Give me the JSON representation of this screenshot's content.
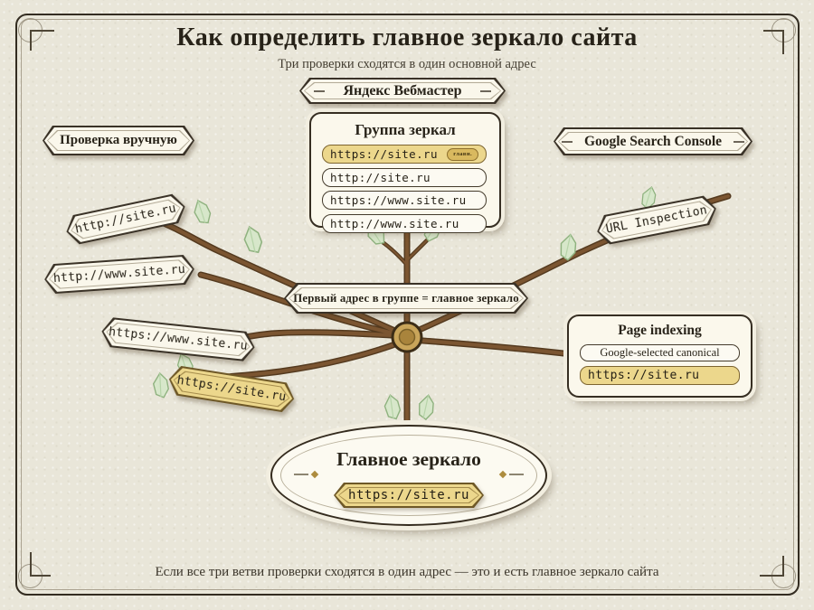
{
  "page": {
    "title": "Как определить главное зеркало сайта",
    "subtitle": "Три проверки сходятся в один основной адрес",
    "footer": "Если все три ветви проверки сходятся в один адрес — это и есть главное зеркало сайта"
  },
  "badges": {
    "yandex": "Яндекс Вебмастер",
    "manual": "Проверка вручную",
    "gsc": "Google Search Console"
  },
  "mirror_group": {
    "title": "Группа зеркал",
    "main_tag": "главн.",
    "items": [
      "https://site.ru",
      "http://site.ru",
      "https://www.site.ru",
      "http://www.site.ru"
    ]
  },
  "banner": "Первый адрес в группе = главное зеркало",
  "urls": {
    "l1": "http://site.ru",
    "l2": "http://www.site.ru",
    "l3": "https://www.site.ru",
    "l4": "https://site.ru",
    "inspection": "URL Inspection"
  },
  "page_indexing": {
    "title": "Page indexing",
    "canonical_label": "Google-selected canonical",
    "url": "https://site.ru"
  },
  "main_mirror": {
    "title": "Главное зеркало",
    "url": "https://site.ru"
  },
  "colors": {
    "background": "#e9e6d9",
    "frame": "#332c21",
    "gold": "#ecd78c",
    "branch": "#74502c",
    "leaf": "#d7e7ca",
    "ink": "#29241a"
  }
}
